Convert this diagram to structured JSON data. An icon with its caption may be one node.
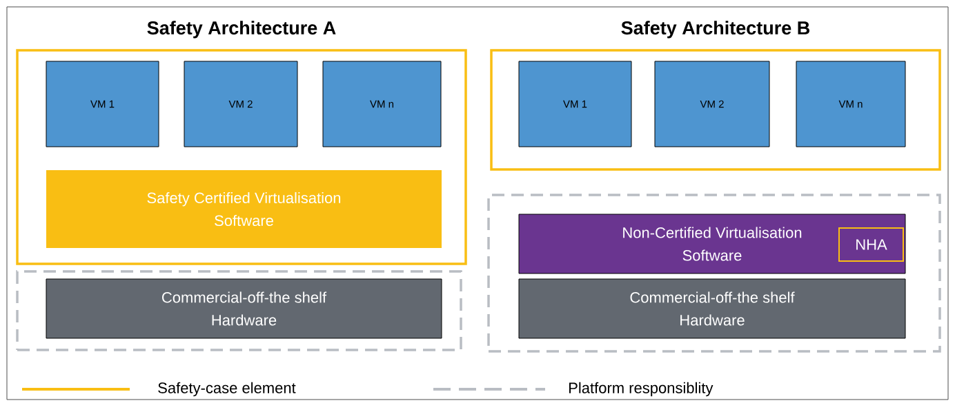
{
  "diagram": {
    "nodes": [
      {
        "text": [
          "Safety Architecture A"
        ]
      },
      {
        "text": [
          "VM 1"
        ],
        "in": 0
      },
      {
        "text": [
          "VM 2"
        ],
        "in": 0
      },
      {
        "text": [
          "VM n"
        ],
        "in": 0
      },
      {
        "text": [
          "Safety Certified Virtualisation Software"
        ],
        "in": 0
      },
      {
        "text": [],
        "shape": "box"
      },
      {
        "text": [
          "Commercial-off-the shelf Hardware"
        ],
        "in": 5
      },
      {
        "text": [
          "Safety Architecture B"
        ]
      },
      {
        "text": [
          "VM 1"
        ],
        "in": 7
      },
      {
        "text": [
          "VM 2"
        ],
        "in": 7
      },
      {
        "text": [
          "VM n"
        ],
        "in": 7
      },
      {
        "text": [],
        "shape": "box"
      },
      {
        "text": [
          "Non-Certified Virtualisation Software"
        ],
        "in": 11
      },
      {
        "text": [
          "NHA"
        ],
        "in": 12
      },
      {
        "text": [
          "Commercial-off-the shelf Hardware"
        ],
        "in": 11
      }
    ],
    "legend": [
      {
        "text": "Safety-case element"
      },
      {
        "text": "Platform responsiblity"
      }
    ]
  }
}
